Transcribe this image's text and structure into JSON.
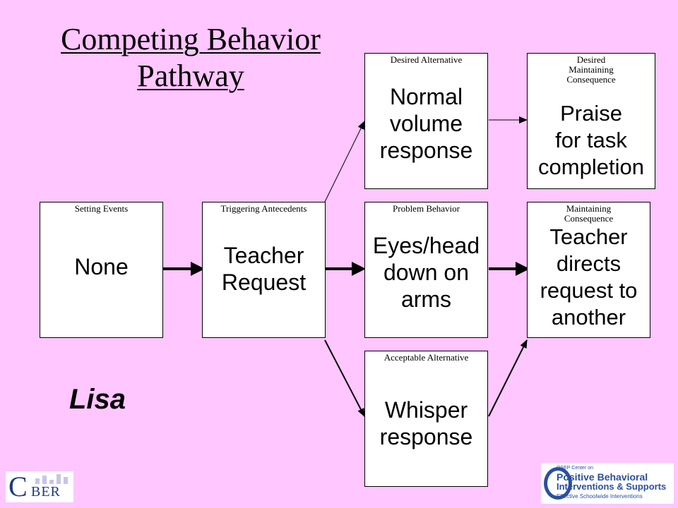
{
  "title": {
    "line1": "Competing Behavior",
    "line2": "Pathway"
  },
  "student_name": "Lisa",
  "boxes": {
    "setting_events": {
      "label": "Setting Events",
      "text": [
        "None"
      ]
    },
    "triggering_antecedents": {
      "label": "Triggering Antecedents",
      "text": [
        "Teacher",
        "Request"
      ]
    },
    "desired_alternative": {
      "label": "Desired Alternative",
      "text": [
        "Normal",
        "volume",
        "response"
      ]
    },
    "problem_behavior": {
      "label": "Problem Behavior",
      "text": [
        "Eyes/head",
        "down on",
        "arms"
      ]
    },
    "acceptable_alternative": {
      "label": "Acceptable Alternative",
      "text": [
        "Whisper",
        "response"
      ]
    },
    "desired_maintaining_consequence": {
      "label": [
        "Desired",
        "Maintaining",
        "Consequence"
      ],
      "text": [
        "Praise",
        "for task",
        "completion"
      ]
    },
    "maintaining_consequence": {
      "label": [
        "Maintaining",
        "Consequence"
      ],
      "text": [
        "Teacher",
        "directs",
        "request to",
        "another"
      ]
    }
  },
  "logos": {
    "left": {
      "big_letter": "C",
      "rest": "BER"
    },
    "right": {
      "line1": "OSEP Center on",
      "line2": "Positive Behavioral",
      "line3": "Interventions & Supports",
      "line4": "Effective Schoolwide Interventions"
    }
  }
}
